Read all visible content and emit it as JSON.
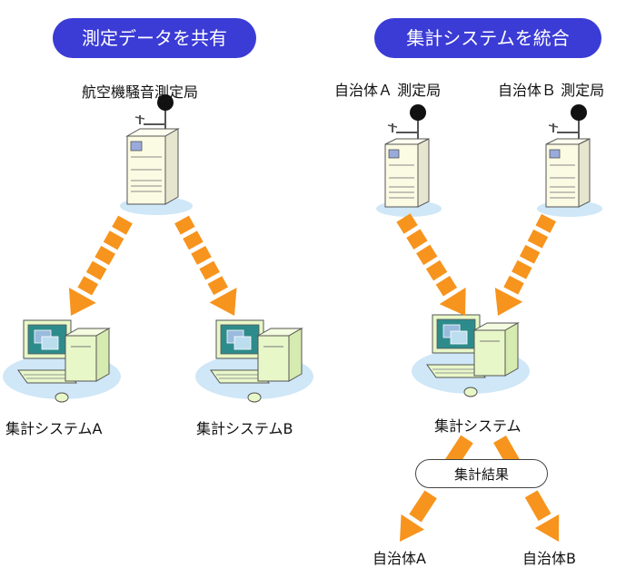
{
  "left_panel": {
    "title": "測定データを共有",
    "station_label": "航空機騒音測定局",
    "system_a_label": "集計システムA",
    "system_b_label": "集計システムB"
  },
  "right_panel": {
    "title": "集計システムを統合",
    "station_a_label": "自治体Ａ 測定局",
    "station_b_label": "自治体Ｂ 測定局",
    "system_label": "集計システム",
    "result_label": "集計結果",
    "dest_a_label": "自治体A",
    "dest_b_label": "自治体B"
  },
  "colors": {
    "pill": "#3b3bd6",
    "arrow": "#f7941d",
    "ellipse": "#cfe7f7",
    "cabinet": "#fbfbe4",
    "screen": "#2e8b8b",
    "tower": "#e8f7c8"
  }
}
